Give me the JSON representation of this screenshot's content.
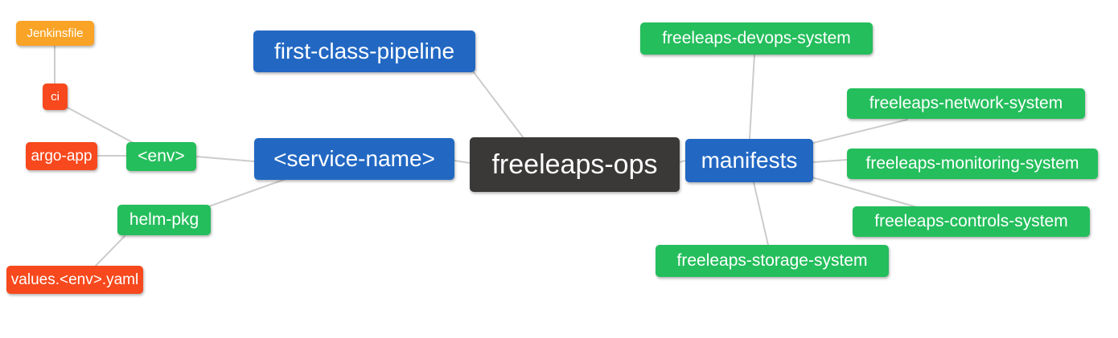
{
  "diagram": {
    "type": "mindmap",
    "root_id": "freeleaps-ops",
    "background": "#FFFFFF",
    "edge_color": "#CCCCCC",
    "text_color": "#FFFFFF",
    "colors": {
      "orange": "#F9A426",
      "red": "#F7491D",
      "green": "#24BE5C",
      "blue": "#2268C3",
      "dark": "#3B3838"
    },
    "nodes": [
      {
        "id": "jenkinsfile",
        "label": "Jenkinsfile",
        "color": "orange"
      },
      {
        "id": "ci",
        "label": "ci",
        "color": "red"
      },
      {
        "id": "argo-app",
        "label": "argo-app",
        "color": "red"
      },
      {
        "id": "env",
        "label": "<env>",
        "color": "green"
      },
      {
        "id": "helm-pkg",
        "label": "helm-pkg",
        "color": "green"
      },
      {
        "id": "values-env-yaml",
        "label": "values.<env>.yaml",
        "color": "red"
      },
      {
        "id": "first-class-pipeline",
        "label": "first-class-pipeline",
        "color": "blue"
      },
      {
        "id": "service-name",
        "label": "<service-name>",
        "color": "blue"
      },
      {
        "id": "freeleaps-ops",
        "label": "freeleaps-ops",
        "color": "dark"
      },
      {
        "id": "manifests",
        "label": "manifests",
        "color": "blue"
      },
      {
        "id": "freeleaps-devops-system",
        "label": "freeleaps-devops-system",
        "color": "green"
      },
      {
        "id": "freeleaps-network-system",
        "label": "freeleaps-network-system",
        "color": "green"
      },
      {
        "id": "freeleaps-monitoring-system",
        "label": "freeleaps-monitoring-system",
        "color": "green"
      },
      {
        "id": "freeleaps-controls-system",
        "label": "freeleaps-controls-system",
        "color": "green"
      },
      {
        "id": "freeleaps-storage-system",
        "label": "freeleaps-storage-system",
        "color": "green"
      }
    ],
    "edges": [
      {
        "from": "jenkinsfile",
        "to": "ci"
      },
      {
        "from": "ci",
        "to": "env"
      },
      {
        "from": "argo-app",
        "to": "env"
      },
      {
        "from": "env",
        "to": "service-name"
      },
      {
        "from": "helm-pkg",
        "to": "service-name"
      },
      {
        "from": "values-env-yaml",
        "to": "helm-pkg"
      },
      {
        "from": "first-class-pipeline",
        "to": "freeleaps-ops"
      },
      {
        "from": "service-name",
        "to": "freeleaps-ops"
      },
      {
        "from": "freeleaps-ops",
        "to": "manifests"
      },
      {
        "from": "manifests",
        "to": "freeleaps-devops-system"
      },
      {
        "from": "manifests",
        "to": "freeleaps-network-system"
      },
      {
        "from": "manifests",
        "to": "freeleaps-monitoring-system"
      },
      {
        "from": "manifests",
        "to": "freeleaps-controls-system"
      },
      {
        "from": "manifests",
        "to": "freeleaps-storage-system"
      }
    ]
  }
}
